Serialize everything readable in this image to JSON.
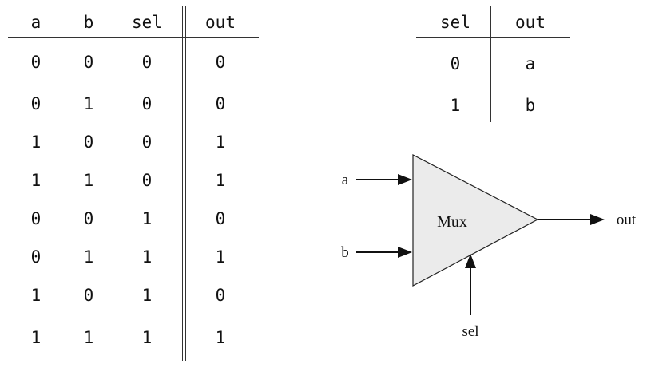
{
  "truth_table": {
    "headers": [
      "a",
      "b",
      "sel",
      "out"
    ],
    "rows": [
      [
        "0",
        "0",
        "0",
        "0"
      ],
      [
        "0",
        "1",
        "0",
        "0"
      ],
      [
        "1",
        "0",
        "0",
        "1"
      ],
      [
        "1",
        "1",
        "0",
        "1"
      ],
      [
        "0",
        "0",
        "1",
        "0"
      ],
      [
        "0",
        "1",
        "1",
        "1"
      ],
      [
        "1",
        "0",
        "1",
        "0"
      ],
      [
        "1",
        "1",
        "1",
        "1"
      ]
    ]
  },
  "summary_table": {
    "headers": [
      "sel",
      "out"
    ],
    "rows": [
      [
        "0",
        "a"
      ],
      [
        "1",
        "b"
      ]
    ]
  },
  "mux": {
    "label": "Mux",
    "input_a": "a",
    "input_b": "b",
    "select": "sel",
    "output": "out",
    "fill": "#ebebeb"
  }
}
